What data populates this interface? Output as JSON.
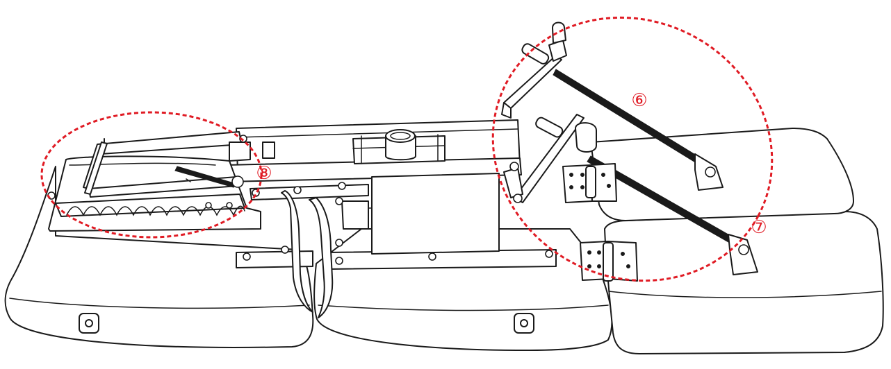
{
  "callouts": [
    {
      "label": "⑥"
    },
    {
      "label": "⑦"
    },
    {
      "label": "⑧"
    }
  ],
  "colors": {
    "callout": "#e01b24",
    "line": "#1a1a1a",
    "background": "#ffffff"
  }
}
